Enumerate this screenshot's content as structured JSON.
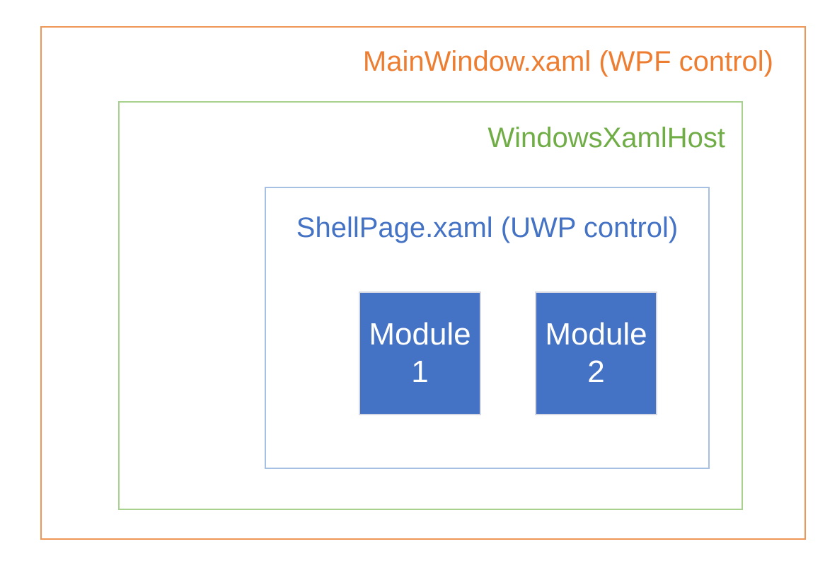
{
  "diagram": {
    "outer_box": {
      "label": "MainWindow.xaml (WPF control)",
      "text_color": "#ED7D31",
      "border_color": "#EF9757"
    },
    "host_box": {
      "label": "WindowsXamlHost",
      "text_color": "#70AD47",
      "border_color": "#A9D18E"
    },
    "shell_box": {
      "label": "ShellPage.xaml (UWP control)",
      "text_color": "#4472C4",
      "border_color": "#A6C0E4"
    },
    "modules": [
      {
        "label": "Module 1"
      },
      {
        "label": "Module 2"
      }
    ],
    "module_fill_color": "#4472C4",
    "module_border_color": "#D6D9E3",
    "module_text_color": "#FFFFFF",
    "background_color": "#FFFFFF"
  }
}
